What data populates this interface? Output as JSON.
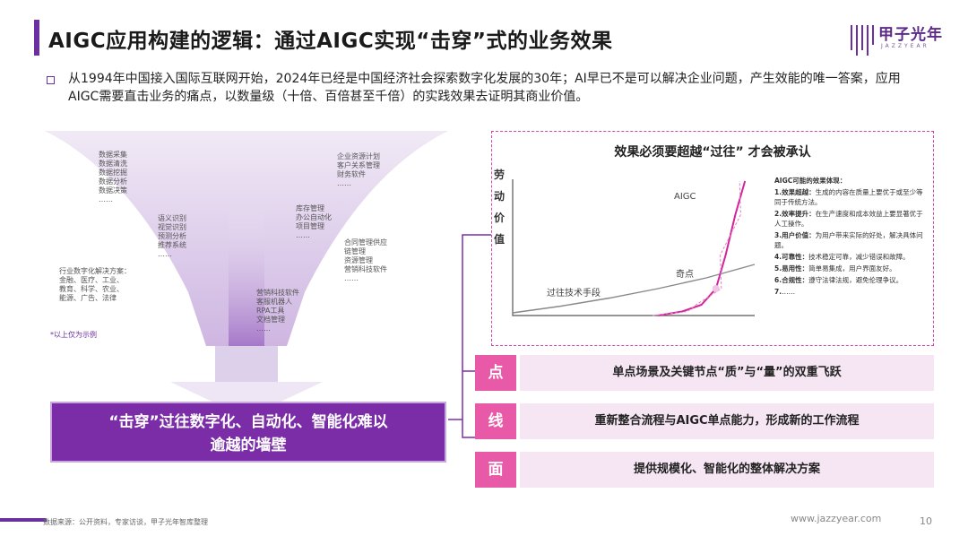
{
  "title": "AIGC应用构建的逻辑：通过AIGC实现“击穿”式的业务效果",
  "logo": {
    "name": "甲子光年",
    "sub": "JAZZYEAR"
  },
  "intro": "从1994年中国接入国际互联网开始，2024年已经是中国经济社会探索数字化发展的30年；AI早已不是可以解决企业问题，产生效能的唯一答案，应用AIGC需要直击业务的痛点，以数量级（十倍、百倍甚至千倍）的实践效果去证明其商业价值。",
  "funnel": {
    "data_group": [
      "数据采集",
      "数据清洗",
      "数据挖掘",
      "数据分析",
      "数据决策",
      "……"
    ],
    "erp_group": [
      "企业资源计划",
      "客户关系管理",
      "财务软件",
      "……"
    ],
    "nlp_group": [
      "语义识别",
      "视觉识别",
      "预测分析",
      "推荐系统",
      "……"
    ],
    "warehouse_group": [
      "库存管理",
      "办公自动化",
      "项目管理",
      "……"
    ],
    "contract_group": [
      "合同管理供应",
      "链管理",
      "资源管理",
      "营销科技软件",
      "……"
    ],
    "industry_title": "行业数字化解决方案：",
    "industry_list": [
      "金融、医疗、工业、",
      "教育、科学、农业、",
      "能源、广告、法律"
    ],
    "marketing_group": [
      "营销科技软件",
      "客服机器人",
      "RPA工具",
      "文档管理",
      "……"
    ]
  },
  "note": "*以上仅为示例",
  "penetrate": {
    "line1": "“击穿”过往数字化、自动化、智能化难以",
    "line2": "逾越的墙壁"
  },
  "chart": {
    "title": "效果必须要超越“过往” 才会被承认",
    "ylabel_chars": [
      "劳",
      "动",
      "价",
      "值"
    ],
    "aigc_label": "AIGC",
    "singularity_label": "奇点",
    "past_label": "过往技术手段"
  },
  "chart_data": {
    "type": "line",
    "title": "效果必须要超越“过往” 才会被承认",
    "ylabel": "劳动价值",
    "xlabel": "",
    "series": [
      {
        "name": "过往技术手段",
        "x": [
          0,
          20,
          40,
          60,
          80,
          100
        ],
        "y": [
          2,
          7,
          13,
          20,
          28,
          38
        ]
      },
      {
        "name": "AIGC",
        "x": [
          60,
          70,
          78,
          84,
          88,
          92,
          96
        ],
        "y": [
          0,
          3,
          8,
          20,
          45,
          75,
          100
        ]
      }
    ],
    "annotations": [
      "奇点"
    ]
  },
  "effects": {
    "heading": "AIGC可能的效果体现：",
    "items": [
      {
        "k": "1.效果超越：",
        "v": "生成的内容在质量上要优于或至少等同于传统方法。"
      },
      {
        "k": "2.效率提升：",
        "v": "在生产速度和成本效益上要显著优于人工操作。"
      },
      {
        "k": "3.用户价值：",
        "v": "为用户带来实际的好处，解决具体问题。"
      },
      {
        "k": "4.可靠性：",
        "v": "技术稳定可靠，减少错误和故障。"
      },
      {
        "k": "5.易用性：",
        "v": "简单易集成，用户界面友好。"
      },
      {
        "k": "6.合规性：",
        "v": "遵守法律法规，避免伦理争议。"
      },
      {
        "k": "7.",
        "v": "……"
      }
    ]
  },
  "rows": [
    {
      "tag": "点",
      "text": "单点场景及关键节点“质”与“量”的双重飞跃"
    },
    {
      "tag": "线",
      "text": "重新整合流程与AIGC单点能力，形成新的工作流程"
    },
    {
      "tag": "面",
      "text": "提供规模化、智能化的整体解决方案"
    }
  ],
  "footer": {
    "source": "数据来源：公开资料，专家访谈，甲子光年智库整理",
    "url": "www.jazzyear.com",
    "page": "10"
  },
  "colors": {
    "accent": "#6b2fa0",
    "pink": "#e85aa8",
    "row_bg": "#f6e6f4"
  }
}
